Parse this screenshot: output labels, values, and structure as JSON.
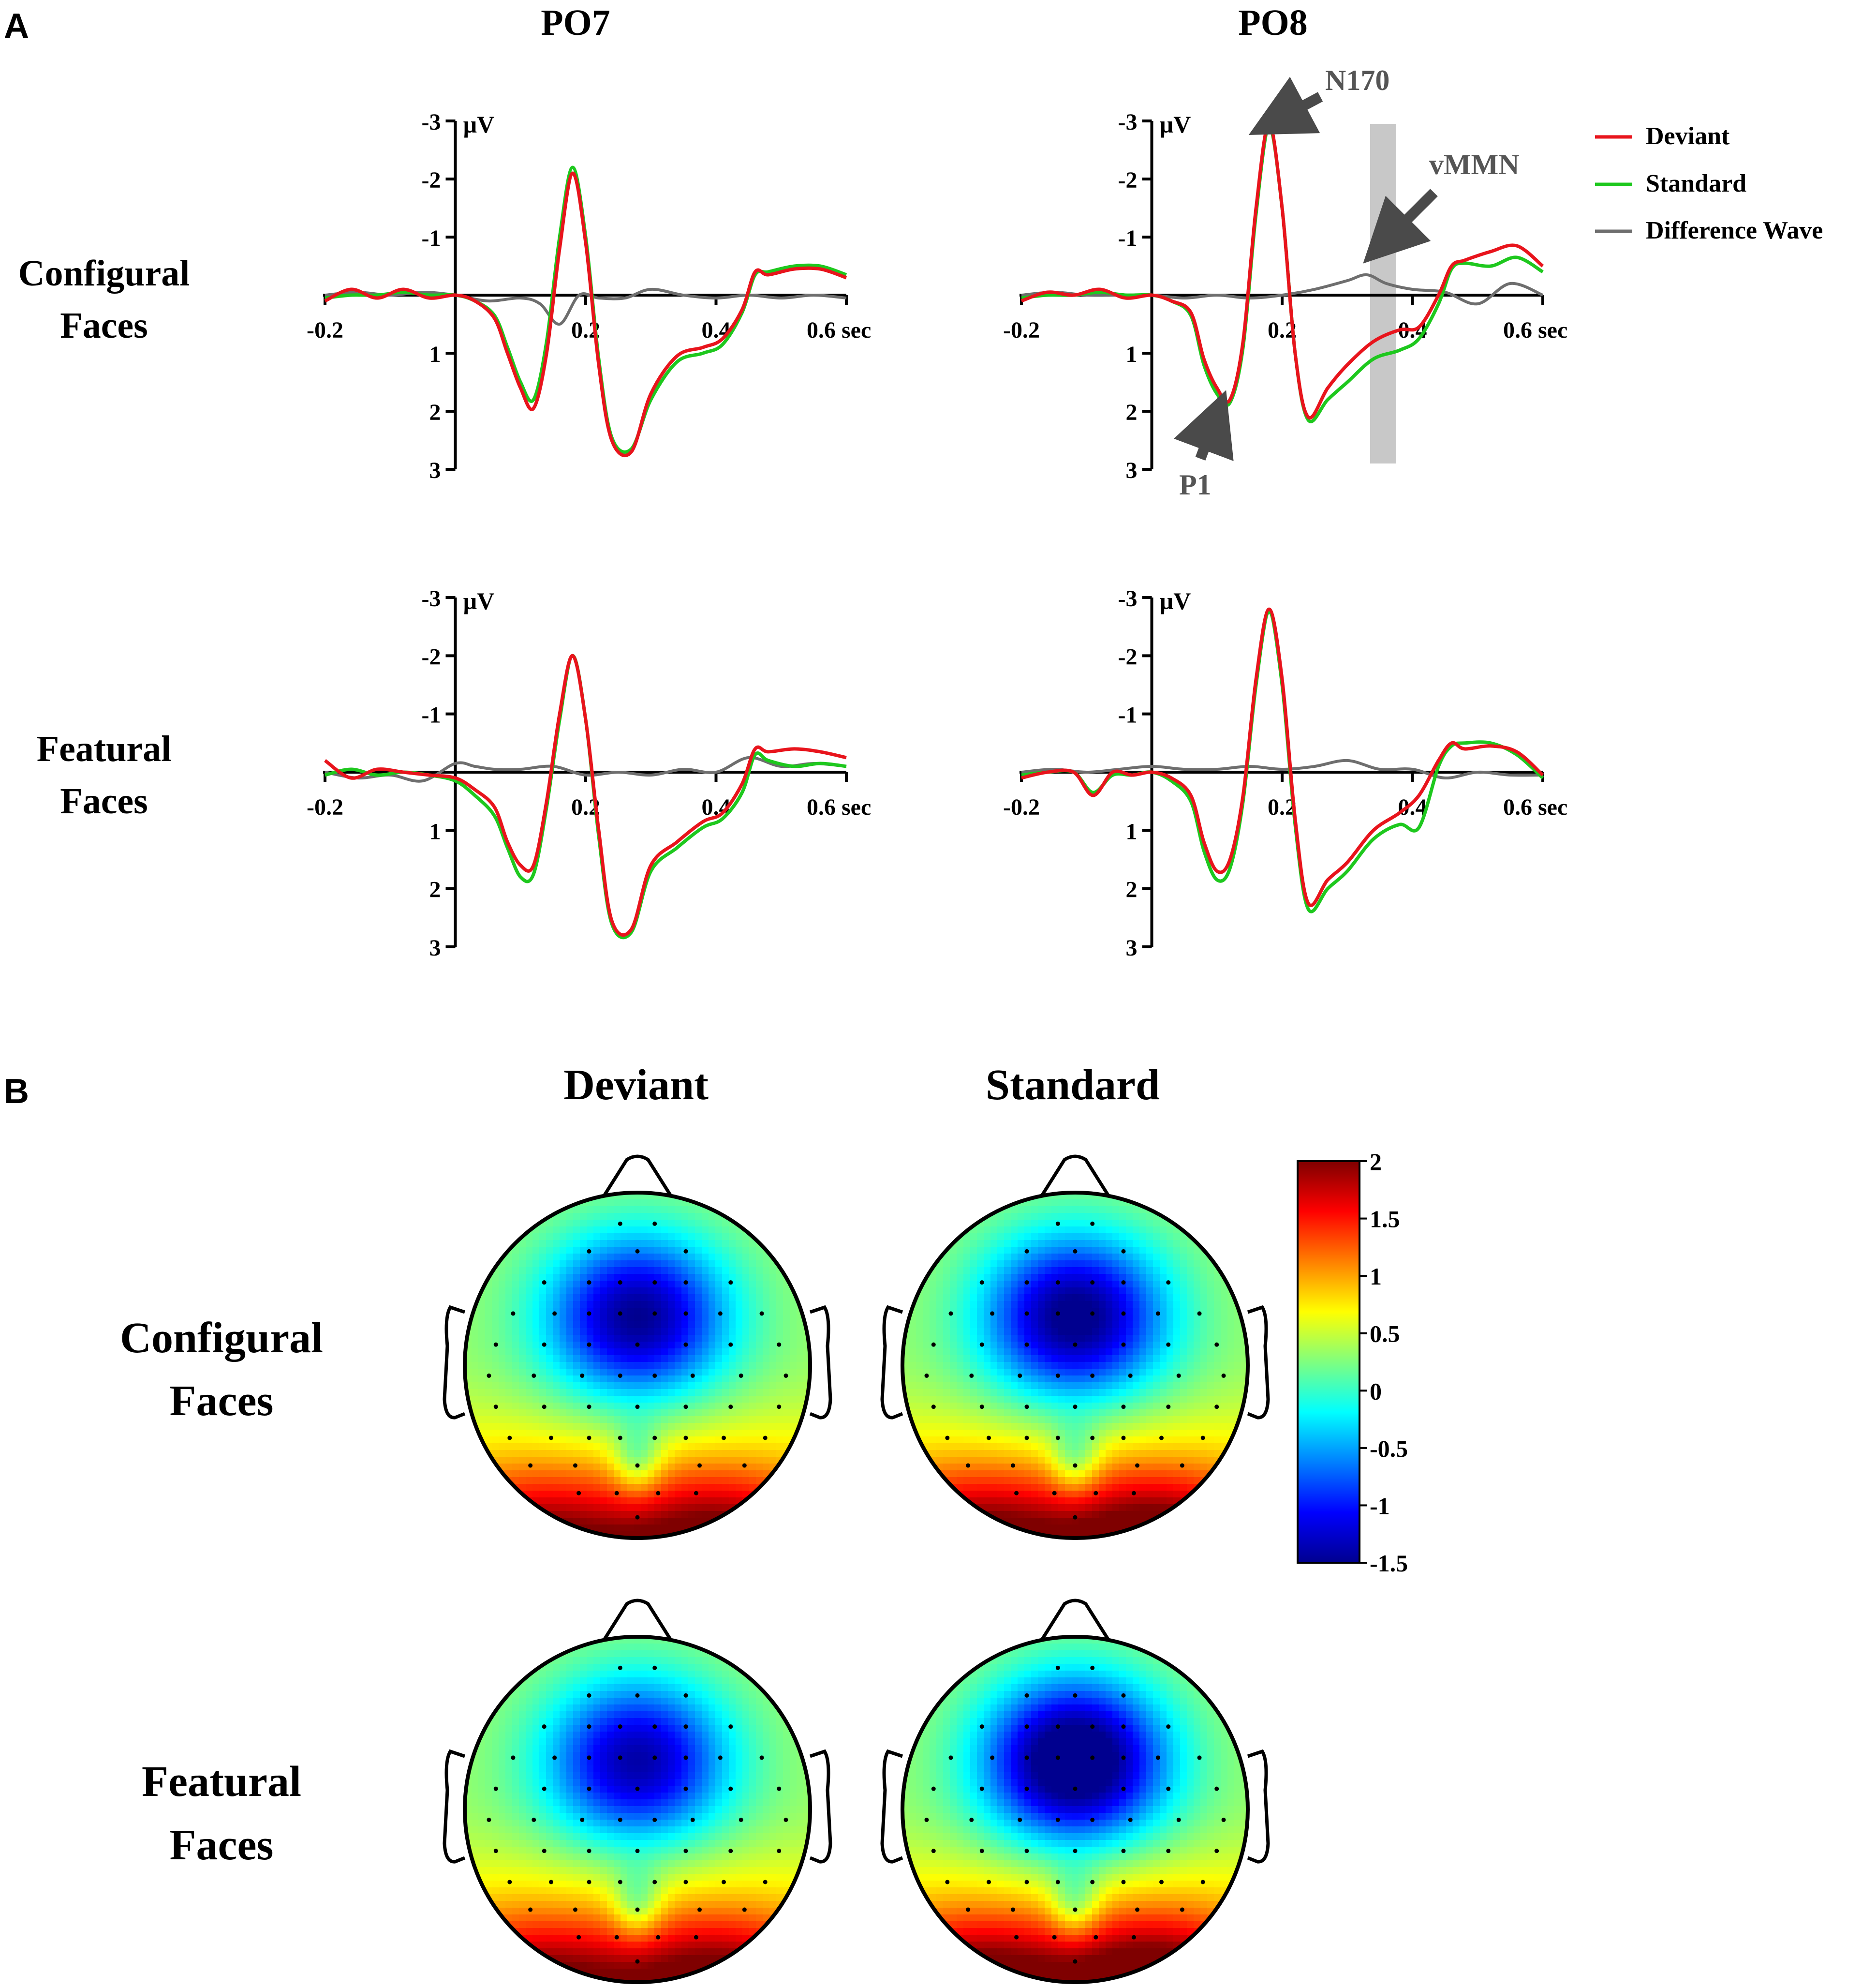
{
  "figure": {
    "panel_a_label": "A",
    "panel_b_label": "B",
    "colors": {
      "deviant": "#e8141c",
      "standard": "#1ec81e",
      "difference": "#6e6e6e",
      "highlight": "#c8c8c8",
      "arrow": "#4a4a4a"
    }
  },
  "panel_a": {
    "column_titles": [
      "PO7",
      "PO8"
    ],
    "row_labels": [
      [
        "Configural",
        "Faces"
      ],
      [
        "Featural",
        "Faces"
      ]
    ],
    "legend": [
      "Deviant",
      "Standard",
      "Difference Wave"
    ],
    "annotations": {
      "n170": "N170",
      "p1": "P1",
      "vmmn": "vMMN"
    }
  },
  "chart_data": [
    {
      "type": "line",
      "panel": "Configural Faces / PO7",
      "xlabel": "sec",
      "ylabel": "µV",
      "xlim": [
        -0.2,
        0.6
      ],
      "ylim": [
        3,
        -3
      ],
      "y_inverted": true,
      "xticks": [
        -0.2,
        0.2,
        0.4,
        0.6
      ],
      "xtick_labels": [
        "-0.2",
        "0.2",
        "0.4",
        "0.6 sec"
      ],
      "yticks": [
        -3,
        -2,
        -1,
        1,
        2,
        3
      ],
      "ytick_labels": [
        "-3",
        "-2",
        "-1",
        "1",
        "2",
        "3"
      ],
      "series": [
        {
          "name": "Deviant",
          "x": [
            -0.2,
            -0.16,
            -0.12,
            -0.08,
            -0.04,
            0,
            0.03,
            0.06,
            0.08,
            0.1,
            0.12,
            0.14,
            0.16,
            0.18,
            0.2,
            0.22,
            0.24,
            0.27,
            0.3,
            0.34,
            0.38,
            0.41,
            0.44,
            0.46,
            0.48,
            0.52,
            0.56,
            0.6
          ],
          "y": [
            0.1,
            -0.1,
            0.05,
            -0.1,
            0.05,
            0,
            0.1,
            0.4,
            1.0,
            1.6,
            1.95,
            1.0,
            -0.8,
            -2.1,
            -0.9,
            1.2,
            2.5,
            2.7,
            1.7,
            1.05,
            0.9,
            0.75,
            0.25,
            -0.4,
            -0.35,
            -0.45,
            -0.45,
            -0.3
          ]
        },
        {
          "name": "Standard",
          "x": [
            -0.2,
            -0.16,
            -0.12,
            -0.08,
            -0.04,
            0,
            0.03,
            0.06,
            0.08,
            0.1,
            0.12,
            0.14,
            0.16,
            0.18,
            0.2,
            0.22,
            0.24,
            0.27,
            0.3,
            0.34,
            0.38,
            0.41,
            0.44,
            0.46,
            0.48,
            0.52,
            0.56,
            0.6
          ],
          "y": [
            0.05,
            0,
            0,
            -0.05,
            0,
            0,
            0.1,
            0.35,
            0.9,
            1.5,
            1.8,
            0.8,
            -1.0,
            -2.2,
            -1.0,
            1.1,
            2.45,
            2.65,
            1.8,
            1.15,
            1.0,
            0.85,
            0.3,
            -0.35,
            -0.4,
            -0.5,
            -0.5,
            -0.35
          ]
        },
        {
          "name": "Difference Wave",
          "x": [
            -0.2,
            -0.15,
            -0.1,
            -0.05,
            0,
            0.05,
            0.1,
            0.13,
            0.16,
            0.19,
            0.22,
            0.26,
            0.3,
            0.35,
            0.4,
            0.45,
            0.5,
            0.55,
            0.6
          ],
          "y": [
            0,
            -0.05,
            0,
            -0.05,
            0,
            0.1,
            0.05,
            0.15,
            0.5,
            0.0,
            0.05,
            0.05,
            -0.1,
            0.0,
            0.05,
            0.0,
            0.05,
            0.0,
            0.05
          ]
        }
      ]
    },
    {
      "type": "line",
      "panel": "Configural Faces / PO8",
      "xlabel": "sec",
      "ylabel": "µV",
      "xlim": [
        -0.2,
        0.6
      ],
      "ylim": [
        3,
        -3
      ],
      "y_inverted": true,
      "xticks": [
        -0.2,
        0.2,
        0.4,
        0.6
      ],
      "xtick_labels": [
        "-0.2",
        "0.2",
        "0.4",
        "0.6 sec"
      ],
      "yticks": [
        -3,
        -2,
        -1,
        1,
        2,
        3
      ],
      "ytick_labels": [
        "-3",
        "-2",
        "-1",
        "1",
        "2",
        "3"
      ],
      "highlight_window": [
        0.335,
        0.375
      ],
      "series": [
        {
          "name": "Deviant",
          "x": [
            -0.2,
            -0.16,
            -0.12,
            -0.08,
            -0.04,
            0,
            0.03,
            0.06,
            0.08,
            0.1,
            0.12,
            0.14,
            0.16,
            0.18,
            0.2,
            0.22,
            0.24,
            0.27,
            0.3,
            0.34,
            0.38,
            0.41,
            0.44,
            0.46,
            0.48,
            0.52,
            0.56,
            0.6
          ],
          "y": [
            0.1,
            -0.05,
            0.0,
            -0.1,
            0.05,
            0,
            0.1,
            0.3,
            1.1,
            1.6,
            1.8,
            0.8,
            -1.5,
            -2.95,
            -1.5,
            1.0,
            2.1,
            1.6,
            1.2,
            0.8,
            0.6,
            0.55,
            0.0,
            -0.5,
            -0.6,
            -0.75,
            -0.85,
            -0.5
          ]
        },
        {
          "name": "Standard",
          "x": [
            -0.2,
            -0.16,
            -0.12,
            -0.08,
            -0.04,
            0,
            0.03,
            0.06,
            0.08,
            0.1,
            0.12,
            0.14,
            0.16,
            0.18,
            0.2,
            0.22,
            0.24,
            0.27,
            0.3,
            0.34,
            0.38,
            0.41,
            0.44,
            0.46,
            0.48,
            0.52,
            0.56,
            0.6
          ],
          "y": [
            0.05,
            0,
            0,
            -0.05,
            0,
            0,
            0.1,
            0.35,
            1.2,
            1.7,
            1.85,
            0.9,
            -1.4,
            -2.9,
            -1.5,
            1.0,
            2.15,
            1.8,
            1.5,
            1.1,
            0.95,
            0.75,
            0.15,
            -0.45,
            -0.55,
            -0.5,
            -0.65,
            -0.4
          ]
        },
        {
          "name": "Difference Wave",
          "x": [
            -0.2,
            -0.15,
            -0.1,
            -0.05,
            0,
            0.05,
            0.1,
            0.15,
            0.2,
            0.25,
            0.3,
            0.33,
            0.36,
            0.4,
            0.45,
            0.5,
            0.55,
            0.6
          ],
          "y": [
            0,
            -0.05,
            0,
            0,
            0,
            0.05,
            0.0,
            0.05,
            0.0,
            -0.1,
            -0.25,
            -0.35,
            -0.2,
            -0.1,
            -0.05,
            0.15,
            -0.2,
            0.0
          ]
        }
      ]
    },
    {
      "type": "line",
      "panel": "Featural Faces / PO7",
      "xlabel": "sec",
      "ylabel": "µV",
      "xlim": [
        -0.2,
        0.6
      ],
      "ylim": [
        3,
        -3
      ],
      "y_inverted": true,
      "xticks": [
        -0.2,
        0.2,
        0.4,
        0.6
      ],
      "xtick_labels": [
        "-0.2",
        "0.2",
        "0.4",
        "0.6 sec"
      ],
      "yticks": [
        -3,
        -2,
        -1,
        1,
        2,
        3
      ],
      "ytick_labels": [
        "-3",
        "-2",
        "-1",
        "1",
        "2",
        "3"
      ],
      "series": [
        {
          "name": "Deviant",
          "x": [
            -0.2,
            -0.16,
            -0.12,
            -0.08,
            -0.04,
            0,
            0.03,
            0.06,
            0.08,
            0.1,
            0.12,
            0.14,
            0.16,
            0.18,
            0.2,
            0.22,
            0.24,
            0.27,
            0.3,
            0.34,
            0.38,
            0.41,
            0.44,
            0.46,
            0.48,
            0.52,
            0.56,
            0.6
          ],
          "y": [
            -0.2,
            0.1,
            -0.05,
            0.0,
            0.05,
            0.1,
            0.3,
            0.6,
            1.2,
            1.6,
            1.6,
            0.5,
            -1.0,
            -2.0,
            -0.9,
            1.0,
            2.55,
            2.7,
            1.6,
            1.2,
            0.85,
            0.7,
            0.2,
            -0.4,
            -0.35,
            -0.4,
            -0.35,
            -0.25
          ]
        },
        {
          "name": "Standard",
          "x": [
            -0.2,
            -0.16,
            -0.12,
            -0.08,
            -0.04,
            0,
            0.03,
            0.06,
            0.08,
            0.1,
            0.12,
            0.14,
            0.16,
            0.18,
            0.2,
            0.22,
            0.24,
            0.27,
            0.3,
            0.34,
            0.38,
            0.41,
            0.44,
            0.46,
            0.48,
            0.52,
            0.56,
            0.6
          ],
          "y": [
            0.05,
            -0.05,
            0.05,
            0,
            0.05,
            0.15,
            0.4,
            0.75,
            1.3,
            1.8,
            1.75,
            0.6,
            -0.9,
            -2.0,
            -0.9,
            1.1,
            2.6,
            2.75,
            1.7,
            1.3,
            0.95,
            0.8,
            0.35,
            -0.3,
            -0.2,
            -0.1,
            -0.15,
            -0.1
          ]
        },
        {
          "name": "Difference Wave",
          "x": [
            -0.2,
            -0.15,
            -0.1,
            -0.05,
            0,
            0.03,
            0.06,
            0.1,
            0.15,
            0.2,
            0.25,
            0.3,
            0.35,
            0.4,
            0.45,
            0.5,
            0.55,
            0.6
          ],
          "y": [
            0,
            0.1,
            0.05,
            0.15,
            -0.15,
            -0.1,
            -0.05,
            -0.05,
            -0.1,
            0.05,
            0.0,
            0.05,
            -0.05,
            0.0,
            -0.25,
            -0.1,
            -0.15,
            -0.1
          ]
        }
      ]
    },
    {
      "type": "line",
      "panel": "Featural Faces / PO8",
      "xlabel": "sec",
      "ylabel": "µV",
      "xlim": [
        -0.2,
        0.6
      ],
      "ylim": [
        3,
        -3
      ],
      "y_inverted": true,
      "xticks": [
        -0.2,
        0.2,
        0.4,
        0.6
      ],
      "xtick_labels": [
        "-0.2",
        "0.2",
        "0.4",
        "0.6 sec"
      ],
      "yticks": [
        -3,
        -2,
        -1,
        1,
        2,
        3
      ],
      "ytick_labels": [
        "-3",
        "-2",
        "-1",
        "1",
        "2",
        "3"
      ],
      "series": [
        {
          "name": "Deviant",
          "x": [
            -0.2,
            -0.16,
            -0.12,
            -0.09,
            -0.06,
            -0.03,
            0,
            0.03,
            0.06,
            0.08,
            0.1,
            0.12,
            0.14,
            0.16,
            0.18,
            0.2,
            0.22,
            0.24,
            0.27,
            0.3,
            0.34,
            0.38,
            0.41,
            0.44,
            0.46,
            0.48,
            0.52,
            0.56,
            0.6
          ],
          "y": [
            0.1,
            0,
            0,
            0.4,
            0.0,
            0.05,
            0,
            0.1,
            0.4,
            1.2,
            1.7,
            1.5,
            0.4,
            -1.6,
            -2.8,
            -1.6,
            0.8,
            2.25,
            1.85,
            1.55,
            1.0,
            0.7,
            0.4,
            -0.2,
            -0.5,
            -0.4,
            -0.45,
            -0.35,
            0.05
          ]
        },
        {
          "name": "Standard",
          "x": [
            -0.2,
            -0.16,
            -0.12,
            -0.09,
            -0.06,
            -0.03,
            0,
            0.03,
            0.06,
            0.08,
            0.1,
            0.12,
            0.14,
            0.16,
            0.18,
            0.2,
            0.22,
            0.24,
            0.27,
            0.3,
            0.34,
            0.38,
            0.41,
            0.44,
            0.46,
            0.48,
            0.52,
            0.56,
            0.6
          ],
          "y": [
            0.05,
            0,
            0,
            0.35,
            0.05,
            0.05,
            0,
            0.15,
            0.5,
            1.35,
            1.85,
            1.65,
            0.5,
            -1.5,
            -2.75,
            -1.5,
            0.9,
            2.35,
            2.0,
            1.7,
            1.15,
            0.9,
            0.95,
            -0.1,
            -0.45,
            -0.5,
            -0.5,
            -0.3,
            0.1
          ]
        },
        {
          "name": "Difference Wave",
          "x": [
            -0.2,
            -0.15,
            -0.1,
            -0.05,
            0,
            0.05,
            0.1,
            0.15,
            0.2,
            0.25,
            0.3,
            0.35,
            0.4,
            0.45,
            0.5,
            0.55,
            0.6
          ],
          "y": [
            0,
            -0.05,
            0,
            -0.05,
            -0.1,
            -0.05,
            -0.05,
            -0.1,
            -0.05,
            -0.1,
            -0.2,
            -0.05,
            -0.05,
            0.1,
            0.0,
            0.05,
            0.05
          ]
        }
      ]
    },
    {
      "type": "heatmap",
      "panel_b": true,
      "column_titles": [
        "Deviant",
        "Standard"
      ],
      "row_labels": [
        [
          "Configural",
          "Faces"
        ],
        [
          "Featural",
          "Faces"
        ]
      ],
      "colorbar": {
        "min": -1.5,
        "max": 2,
        "ticks": [
          2,
          1.5,
          1,
          0.5,
          0,
          -0.5,
          -1,
          -1.5
        ],
        "tick_labels": [
          "2",
          "1.5",
          "1",
          "0.5",
          "0",
          "-0.5",
          "-1",
          "-1.5"
        ],
        "colormap": "jet"
      },
      "maps": [
        {
          "condition": "Configural Faces",
          "column": "Deviant",
          "frontal_min": -1.5,
          "occipital_max": 1.6
        },
        {
          "condition": "Configural Faces",
          "column": "Standard",
          "frontal_min": -1.6,
          "occipital_max": 1.8
        },
        {
          "condition": "Featural Faces",
          "column": "Deviant",
          "frontal_min": -1.4,
          "occipital_max": 1.7
        },
        {
          "condition": "Featural Faces",
          "column": "Standard",
          "frontal_min": -1.9,
          "occipital_max": 2.0
        }
      ]
    }
  ]
}
